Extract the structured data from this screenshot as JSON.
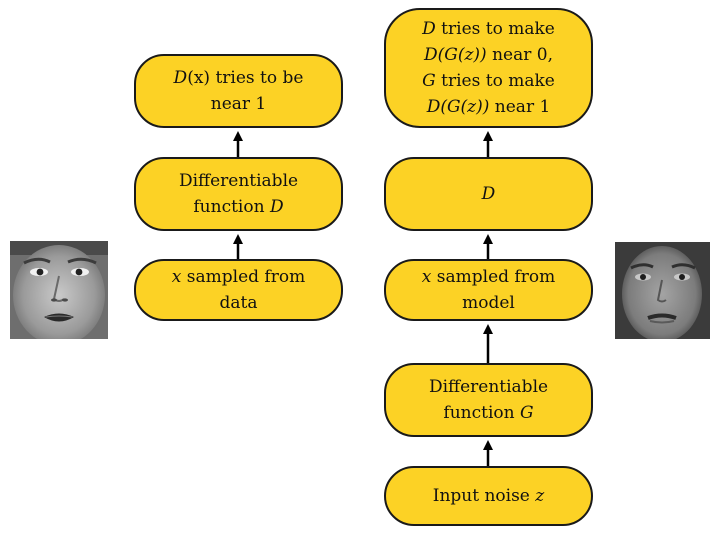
{
  "colors": {
    "node_fill": "#fcd225",
    "node_border": "#1a1a1a",
    "arrow": "#000000"
  },
  "left_chain": {
    "top": {
      "line1_math": "D",
      "line1_text": "(x) tries to be",
      "line2_text": "near 1"
    },
    "middle": {
      "line1_text": "Differentiable",
      "line2_text": "function ",
      "line2_math": "D"
    },
    "bottom": {
      "line1_math": "x",
      "line1_text": " sampled from",
      "line2_text": "data"
    },
    "image": {
      "icon": "real-face-image"
    }
  },
  "right_chain": {
    "top": {
      "line1_math": "D",
      "line1_text": " tries to make",
      "line2_math": "D(G(z))",
      "line2_text": " near 0,",
      "line3_math": "G",
      "line3_text": " tries to make",
      "line4_math": "D(G(z))",
      "line4_text": " near 1"
    },
    "discriminator": {
      "line1_math": "D"
    },
    "sampled": {
      "line1_math": "x",
      "line1_text": " sampled from",
      "line2_text": "model"
    },
    "generator": {
      "line1_text": "Differentiable",
      "line2_text": "function ",
      "line2_math": "G"
    },
    "noise": {
      "line1_text": "Input noise ",
      "line1_math": "z"
    },
    "image": {
      "icon": "generated-face-image"
    }
  }
}
